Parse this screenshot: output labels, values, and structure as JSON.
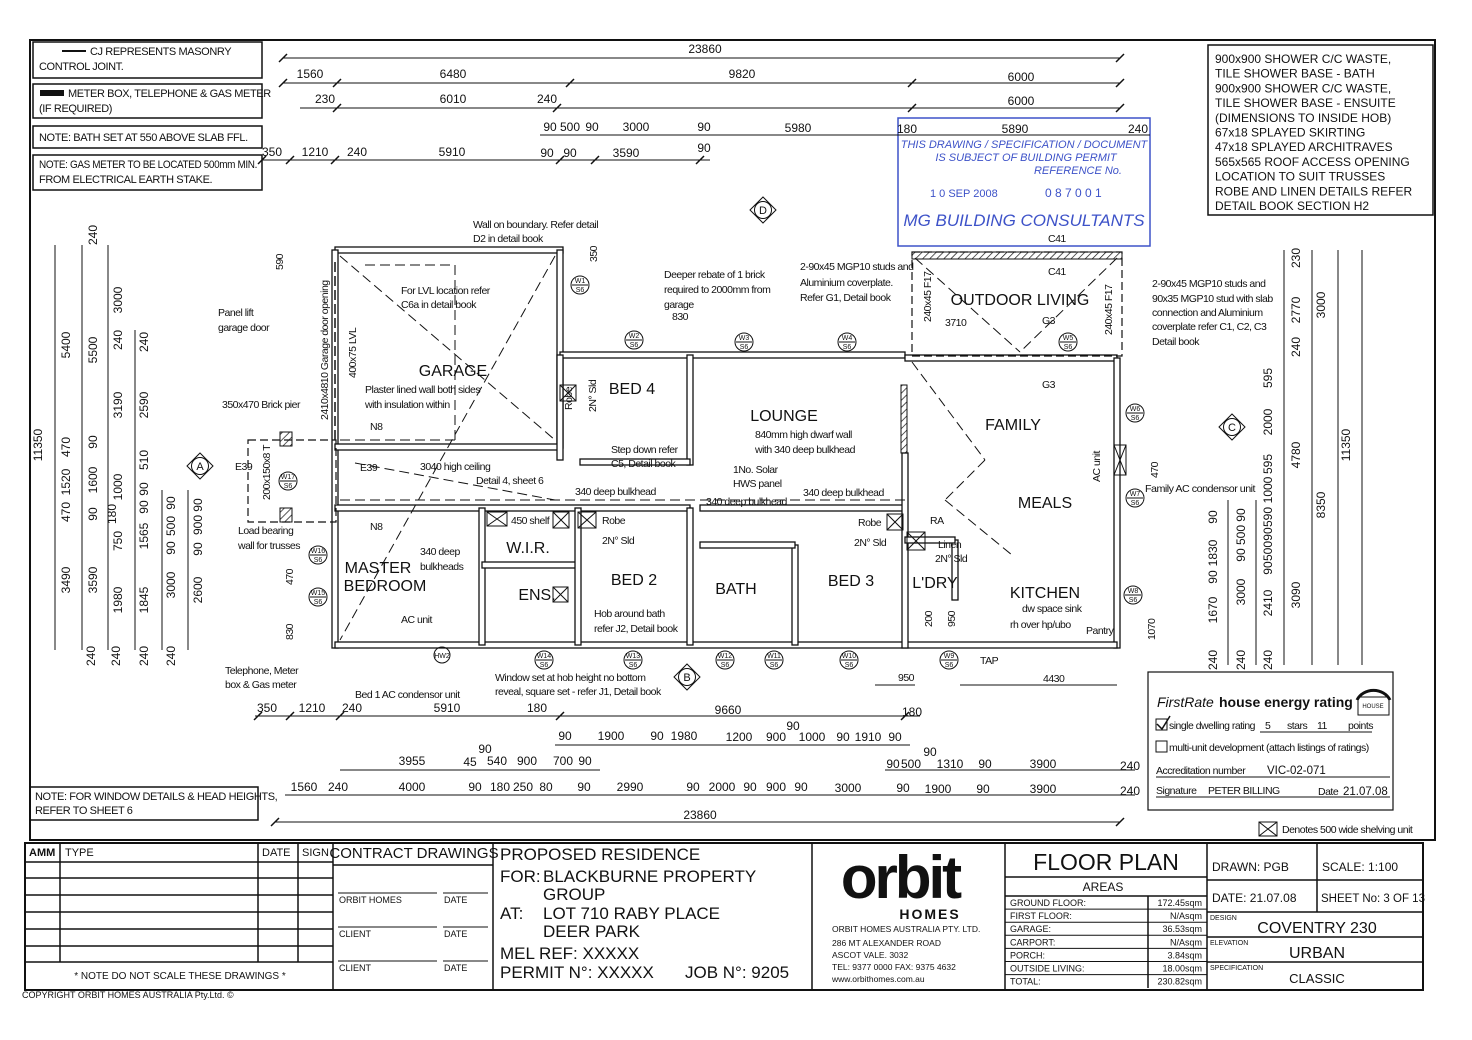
{
  "notes_left": [
    {
      "line1": "CJ  REPRESENTS MASONRY",
      "line2": "CONTROL JOINT."
    },
    {
      "line1": "METER BOX, TELEPHONE & GAS METER",
      "line2": "(IF REQUIRED)"
    },
    {
      "line1": "NOTE: BATH SET AT 550 ABOVE SLAB FFL.",
      "line2": ""
    },
    {
      "line1": "NOTE: GAS METER TO BE LOCATED 500mm MIN.",
      "line2": "FROM ELECTRICAL EARTH STAKE."
    }
  ],
  "note_windows": {
    "line1": "NOTE: FOR WINDOW DETAILS & HEAD HEIGHTS,",
    "line2": "REFER TO SHEET 6"
  },
  "spec_notes": [
    "900x900 SHOWER C/C WASTE,",
    "TILE SHOWER BASE - BATH",
    "900x900 SHOWER C/C WASTE,",
    "TILE SHOWER BASE - ENSUITE",
    "(DIMENSIONS TO INSIDE HOB)",
    "67x18 SPLAYED SKIRTING",
    "47x18 SPLAYED ARCHITRAVES",
    "565x565 ROOF ACCESS OPENING",
    "LOCATION TO SUIT TRUSSES",
    "ROBE AND LINEN DETAILS REFER",
    "DETAIL BOOK SECTION H2"
  ],
  "rooms": {
    "garage": "GARAGE",
    "bed4": "BED 4",
    "lounge": "LOUNGE",
    "family": "FAMILY",
    "outdoor": "OUTDOOR LIVING",
    "meals": "MEALS",
    "master1": "MASTER",
    "master2": "BEDROOM",
    "wir": "W.I.R.",
    "ens": "ENS.",
    "bed2": "BED 2",
    "bath": "BATH",
    "bed3": "BED 3",
    "ldry": "L'DRY",
    "kitchen": "KITCHEN"
  },
  "annotations": [
    "Wall on boundary. Refer detail",
    "D2 in detail book",
    "For LVL location refer",
    "C6a in detail book",
    "Panel lift",
    "garage door",
    "2410x4810 Garage door opening",
    "400x75 LVL",
    "Plaster lined wall both sides",
    "with insulation within",
    "350x470 Brick pier",
    "200x150x8 T",
    "Load bearing",
    "wall for trusses",
    "Deeper rebate of 1 brick",
    "required to 2000mm from",
    "garage",
    "2-90x45 MGP10 studs and",
    "Aluminium coverplate.",
    "Refer G1, Detail book",
    "2-90x45 MGP10 studs and",
    "90x35 MGP10 stud with slab",
    "connection and Aluminium",
    "coverplate refer C1, C2, C3",
    "Detail book",
    "Step down refer",
    "C5, Detail book",
    "840mm high dwarf wall",
    "with 340 deep bulkhead",
    "1No. Solar",
    "HWS panel",
    "340 deep bulkhead",
    "340 deep bulkhead",
    "340 deep bulkhead",
    "3040 high ceiling",
    "Detail 4, sheet 6",
    "340 deep",
    "bulkheads",
    "450 shelf",
    "Robe",
    "2N° Sld",
    "Robe",
    "2N° Sld",
    "Robe",
    "2N° Sld",
    "Linen",
    "2N° Sld",
    "Hob around bath",
    "refer J2, Detail book",
    "AC unit",
    "AC unit",
    "Family AC condensor unit",
    "Telephone, Meter",
    "box & Gas meter",
    "Bed 1 AC condensor unit",
    "Window set at hob height no bottom",
    "reveal, square set - refer J1, Detail book",
    "240x45 F17",
    "240x45 F17",
    "3710",
    "TAP",
    "RA",
    "dw space  sink",
    "rh over hp/ubo",
    "Pantry",
    "E39",
    "E39",
    "N8",
    "N8",
    "C41",
    "C41",
    "G3",
    "G3",
    "830",
    "590",
    "350",
    "470",
    "470",
    "830",
    "1070",
    "950",
    "4430",
    "200",
    "950"
  ],
  "dims": {
    "top": [
      "23860",
      "1560",
      "6480",
      "9820",
      "6000",
      "230",
      "6010",
      "240",
      "6000",
      "90",
      "500",
      "90",
      "3000",
      "90",
      "5980",
      "180",
      "5890",
      "240",
      "350",
      "1210",
      "240",
      "5910",
      "90",
      "90",
      "3590",
      "90"
    ],
    "bottom": [
      "350",
      "1210",
      "240",
      "5910",
      "180",
      "9660",
      "180",
      "90",
      "1900",
      "90",
      "1980",
      "1200",
      "900",
      "90",
      "1000",
      "90",
      "1910",
      "90",
      "3955",
      "45",
      "90",
      "540",
      "900",
      "700",
      "90",
      "90",
      "500",
      "90",
      "1310",
      "90",
      "3900",
      "240",
      "1560",
      "240",
      "4000",
      "90",
      "180",
      "250",
      "80",
      "90",
      "2990",
      "90",
      "2000",
      "90",
      "900",
      "90",
      "3000",
      "90",
      "1900",
      "90",
      "3900",
      "240",
      "23860"
    ],
    "left": [
      "11350",
      "5400",
      "470",
      "1520",
      "470",
      "3490",
      "5500",
      "90",
      "1600",
      "90",
      "3590",
      "240",
      "3000",
      "240",
      "3190",
      "1000",
      "180",
      "750",
      "1980",
      "240",
      "2590",
      "510",
      "90",
      "90",
      "1565",
      "1845",
      "90",
      "500",
      "90",
      "3000",
      "90",
      "900",
      "90",
      "2600",
      "240",
      "240",
      "240",
      "240"
    ],
    "right": [
      "230",
      "2770",
      "240",
      "595",
      "2000",
      "595",
      "1000",
      "590",
      "90",
      "500",
      "90",
      "2410",
      "240",
      "3000",
      "4780",
      "8350",
      "3090",
      "11350",
      "90",
      "1830",
      "90",
      "1670",
      "240",
      "90",
      "500",
      "90",
      "3000",
      "240"
    ]
  },
  "window_tags": [
    "W1",
    "W2",
    "W3",
    "W4",
    "W5",
    "W6",
    "W7",
    "W8",
    "W9",
    "W10",
    "W11",
    "W12",
    "W13",
    "W14",
    "W15",
    "W16",
    "W17"
  ],
  "window_sheet": "S6",
  "hw_tag": "HW2",
  "section_markers": [
    "D",
    "A",
    "B",
    "C"
  ],
  "stamp": {
    "line1": "THIS DRAWING / SPECIFICATION / DOCUMENT",
    "line2": "IS SUBJECT OF BUILDING PERMIT",
    "line3": "REFERENCE No.",
    "date": "1 0  SEP  2008",
    "number": "0 8 7 0 0 1",
    "company": "MG BUILDING CONSULTANTS",
    "color": "#3d52c8"
  },
  "energy": {
    "title_italic": "FirstRate",
    "title_bold": " house energy rating",
    "logo": "HOUSE ENERGY RATING",
    "single_label": "single dwelling rating",
    "stars_value": "5",
    "stars_label": "stars",
    "points_value": "11",
    "points_label": "points",
    "single_checked": true,
    "multi_label": "multi-unit development  (attach listings of ratings)",
    "accreditation_label": "Accreditation number",
    "accreditation_value": "VIC-02-071",
    "signature_label": "Signature",
    "signature_value": "PETER BILLING",
    "date_label": "Date",
    "date_value": "21.07.08"
  },
  "legend_shelving": "Denotes 500 wide shelving unit",
  "title_block": {
    "amm": "AMM",
    "type": "TYPE",
    "date": "DATE",
    "sign": "SIGN",
    "no_scale": "* NOTE DO NOT SCALE THESE DRAWINGS *",
    "copyright": "COPYRIGHT ORBIT HOMES AUSTRALIA Pty.Ltd. ©",
    "contract_title": "CONTRACT DRAWINGS",
    "sign_rows": [
      {
        "who": "ORBIT HOMES",
        "date": "DATE"
      },
      {
        "who": "CLIENT",
        "date": "DATE"
      },
      {
        "who": "CLIENT",
        "date": "DATE"
      }
    ],
    "proposed": "PROPOSED RESIDENCE",
    "for_label": "FOR:",
    "for_line1": "BLACKBURNE PROPERTY",
    "for_line2": "GROUP",
    "at_label": "AT:",
    "at_line1": "LOT 710 RABY PLACE",
    "at_line2": "DEER PARK",
    "mel_ref": "MEL REF:   XXXXX",
    "permit": "PERMIT N°: XXXXX",
    "job": "JOB N°:   9205",
    "logo_word": "orbit",
    "logo_sub": "HOMES",
    "company": "ORBIT HOMES AUSTRALIA PTY. LTD.",
    "addr1": "286 MT ALEXANDER ROAD",
    "addr2": "ASCOT VALE. 3032",
    "tel": "TEL: 9377 0000 FAX: 9375 4632",
    "web": "www.orbithomes.com.au",
    "sheet_title": "FLOOR PLAN",
    "areas_title": "AREAS",
    "areas": [
      {
        "label": "GROUND FLOOR:",
        "value": "172.45sqm"
      },
      {
        "label": "FIRST FLOOR:",
        "value": "N/Asqm"
      },
      {
        "label": "GARAGE:",
        "value": "36.53sqm"
      },
      {
        "label": "CARPORT:",
        "value": "N/Asqm"
      },
      {
        "label": "PORCH:",
        "value": "3.84sqm"
      },
      {
        "label": "OUTSIDE LIVING:",
        "value": "18.00sqm"
      },
      {
        "label": "TOTAL:",
        "value": "230.82sqm"
      }
    ],
    "drawn": "DRAWN: PGB",
    "scale": "SCALE:    1:100",
    "date_v": "DATE:   21.07.08",
    "sheet": "SHEET No: 3 OF 13",
    "design_label": "DESIGN",
    "design": "COVENTRY 230",
    "elevation_label": "ELEVATION",
    "elevation": "URBAN",
    "spec_label": "SPECIFICATION",
    "spec": "CLASSIC"
  }
}
